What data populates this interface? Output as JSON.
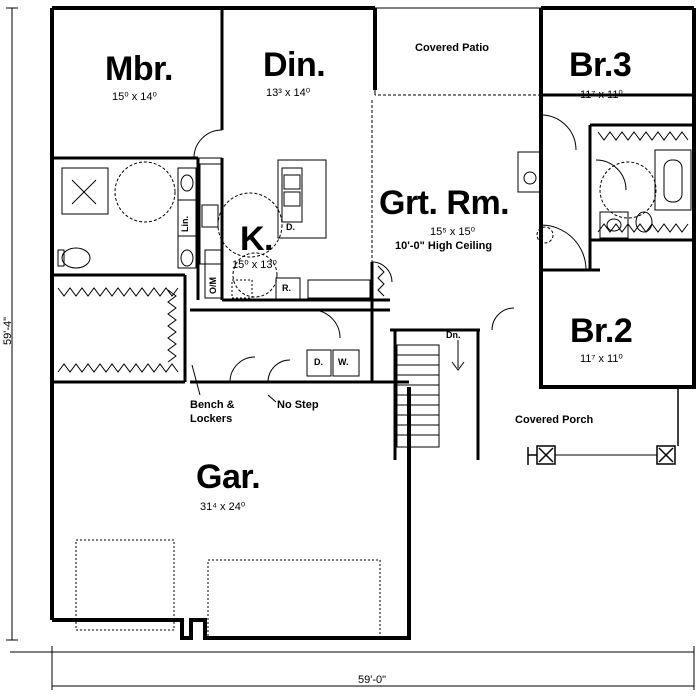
{
  "rooms": {
    "mbr": {
      "name": "Mbr.",
      "dim": "15⁰ x 14⁰"
    },
    "din": {
      "name": "Din.",
      "dim": "13³ x 14⁰"
    },
    "patio": {
      "name": "Covered Patio"
    },
    "br3": {
      "name": "Br.3",
      "dim": "11⁷ x 11⁰"
    },
    "grt": {
      "name": "Grt. Rm.",
      "dim": "15⁵ x 15⁰",
      "note": "10'-0\" High Ceiling"
    },
    "kit": {
      "name": "K.",
      "dim": "15⁰ x 13⁰"
    },
    "br2": {
      "name": "Br.2",
      "dim": "11⁷ x 11⁰"
    },
    "porch": {
      "name": "Covered Porch"
    },
    "gar": {
      "name": "Gar.",
      "dim": "31⁴ x 24⁰"
    }
  },
  "fixtures": {
    "lin": "Lin.",
    "dw": "D.",
    "range": "R.",
    "oven": "O/M",
    "dryer": "D.",
    "washer": "W.",
    "down": "Dn."
  },
  "notes": {
    "bench": "Bench &",
    "lockers": "Lockers",
    "nostep": "No Step"
  },
  "dimensions": {
    "width": "59'-0\"",
    "depth": "59'-4\""
  }
}
